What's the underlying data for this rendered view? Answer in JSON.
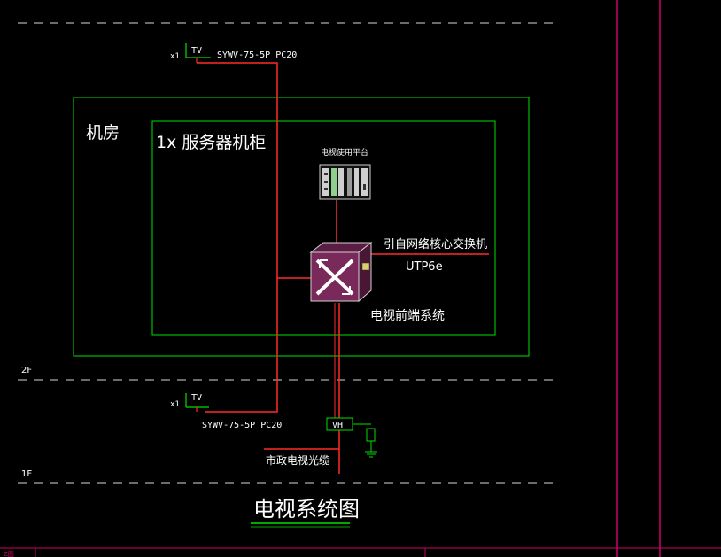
{
  "colors": {
    "background": "#000000",
    "boundary": "#00e000",
    "cable": "#ff2a2a",
    "text": "#ffffff",
    "frame": "#d0006a",
    "dashed": "#d8d8d8",
    "device_fill": "#7a2a5a",
    "device_panel": "#cfcfcf"
  },
  "top_outlet": {
    "qty": "x1",
    "label": "TV",
    "cable": "SYWV-75-5P PC20"
  },
  "bottom_outlet": {
    "qty": "x1",
    "label": "TV",
    "cable": "SYWV-75-5P PC20"
  },
  "room_label": "机房",
  "cabinet_label": "1x 服务器机柜",
  "platform_label": "电视使用平台",
  "switch_source_label": "引自网络核心交换机",
  "switch_cable_label": "UTP6e",
  "headend_label": "电视前端系统",
  "floor_2f": "2F",
  "floor_1f": "1F",
  "vh_label": "VH",
  "city_cable_label": "市政电视光缆",
  "diagram_title": "电视系统图",
  "corner_mark": "Z图"
}
